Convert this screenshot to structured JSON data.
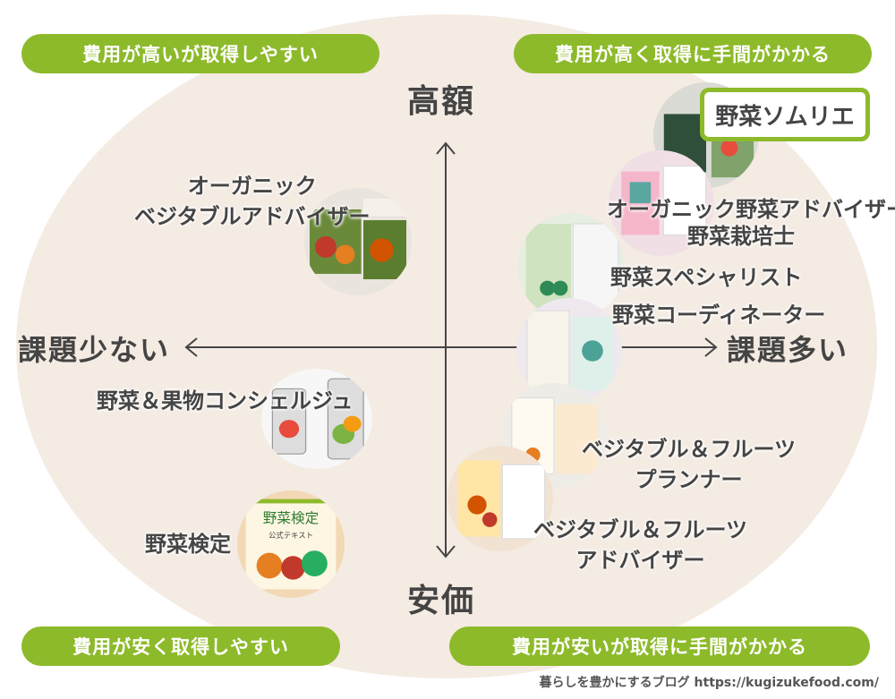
{
  "corners": {
    "top_left": "費用が高いが取得しやすい",
    "top_right": "費用が高く取得に手間がかかる",
    "bottom_left": "費用が安く取得しやすい",
    "bottom_right": "費用が安いが取得に手間がかかる"
  },
  "axes": {
    "top": "高額",
    "bottom": "安価",
    "left": "課題少ない",
    "right": "課題多い"
  },
  "items": {
    "sommelier": "野菜ソムリエ",
    "organic_adviser_left_line1": "オーガニック",
    "organic_adviser_left_line2": "ベジタブルアドバイザー",
    "organic_adviser_right": "オーガニック野菜アドバイザー",
    "cultivator": "野菜栽培士",
    "specialist": "野菜スペシャリスト",
    "coordinator": "野菜コーディネーター",
    "concierge": "野菜＆果物コンシェルジュ",
    "planner_line1": "ベジタブル＆フルーツ",
    "planner_line2": "プランナー",
    "adviser_line1": "ベジタブル＆フルーツ",
    "adviser_line2": "アドバイザー",
    "kentei": "野菜検定",
    "book_title": "野菜検定",
    "book_subtitle": "公式テキスト"
  },
  "footer": "暮らしを豊かにするブログ https://kugizukefood.com/",
  "colors": {
    "accent": "#8dba2a",
    "ellipse": "#f4ebe3",
    "axis": "#444444"
  }
}
